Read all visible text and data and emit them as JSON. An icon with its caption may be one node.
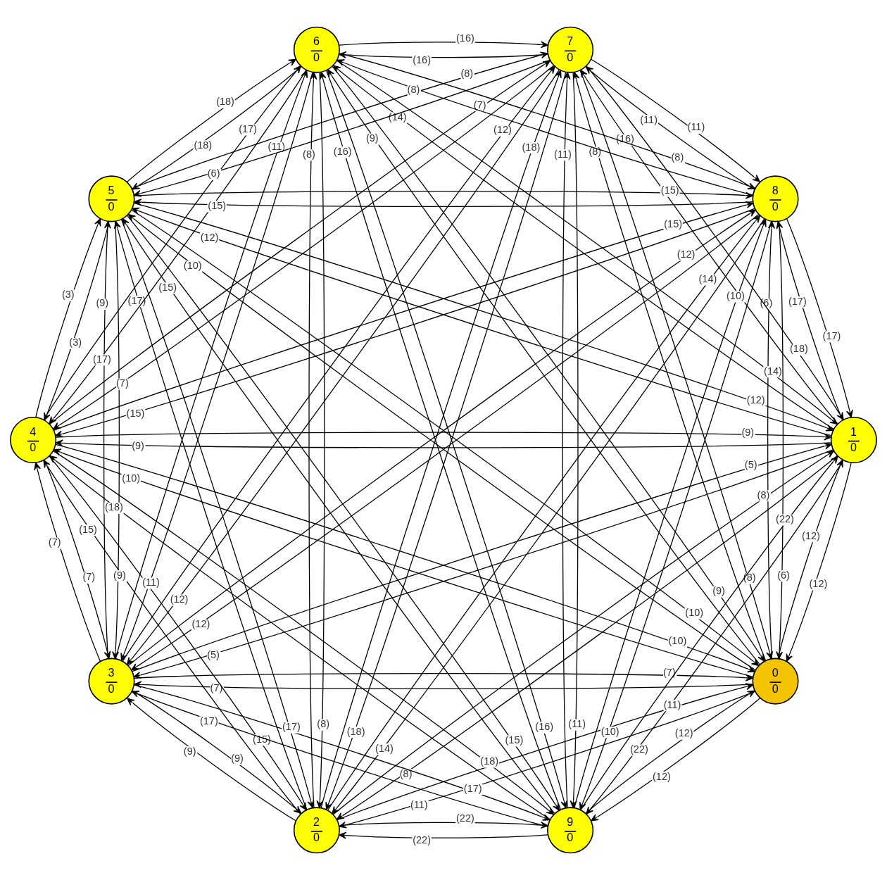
{
  "diagram": {
    "nodes": [
      {
        "text": [
          "0",
          "0"
        ]
      },
      {
        "text": [
          "1",
          "0"
        ]
      },
      {
        "text": [
          "2",
          "0"
        ]
      },
      {
        "text": [
          "3",
          "0"
        ]
      },
      {
        "text": [
          "4",
          "0"
        ]
      },
      {
        "text": [
          "5",
          "0"
        ]
      },
      {
        "text": [
          "6",
          "0"
        ]
      },
      {
        "text": [
          "7",
          "0"
        ]
      },
      {
        "text": [
          "8",
          "0"
        ]
      },
      {
        "text": [
          "9",
          "0"
        ]
      }
    ],
    "edges": [
      {
        "from": 0,
        "to": 1,
        "arrow": "to",
        "label": "(12)"
      },
      {
        "from": 0,
        "to": 2,
        "arrow": "to",
        "label": "(11)"
      },
      {
        "from": 0,
        "to": 3,
        "arrow": "to",
        "label": "(7)"
      },
      {
        "from": 0,
        "to": 4,
        "arrow": "to",
        "label": "(10)"
      },
      {
        "from": 0,
        "to": 5,
        "arrow": "to",
        "label": "(10)"
      },
      {
        "from": 0,
        "to": 6,
        "arrow": "to",
        "label": "(9)"
      },
      {
        "from": 0,
        "to": 7,
        "arrow": "to",
        "label": "(8)"
      },
      {
        "from": 0,
        "to": 8,
        "arrow": "to",
        "label": "(6)"
      },
      {
        "from": 0,
        "to": 9,
        "arrow": "to",
        "label": "(12)"
      },
      {
        "from": 1,
        "to": 0,
        "arrow": "to",
        "label": "(12)"
      },
      {
        "from": 1,
        "to": 2,
        "arrow": "to",
        "label": "(8)"
      },
      {
        "from": 1,
        "to": 3,
        "arrow": "to",
        "label": "(5)"
      },
      {
        "from": 1,
        "to": 4,
        "arrow": "to",
        "label": "(9)"
      },
      {
        "from": 1,
        "to": 5,
        "arrow": "to",
        "label": "(12)"
      },
      {
        "from": 1,
        "to": 6,
        "arrow": "to",
        "label": "(14)"
      },
      {
        "from": 1,
        "to": 7,
        "arrow": "to",
        "label": "(16)"
      },
      {
        "from": 1,
        "to": 8,
        "arrow": "to",
        "label": "(17)"
      },
      {
        "from": 1,
        "to": 9,
        "arrow": "to",
        "label": "(22)"
      },
      {
        "from": 2,
        "to": 0,
        "arrow": "to",
        "label": "(11)"
      },
      {
        "from": 2,
        "to": 1,
        "arrow": "to",
        "label": "(8)"
      },
      {
        "from": 2,
        "to": 3,
        "arrow": "to",
        "label": "(9)"
      },
      {
        "from": 2,
        "to": 4,
        "arrow": "to",
        "label": "(15)"
      },
      {
        "from": 2,
        "to": 5,
        "arrow": "to",
        "label": "(17)"
      },
      {
        "from": 2,
        "to": 6,
        "arrow": "to",
        "label": "(8)"
      },
      {
        "from": 2,
        "to": 7,
        "arrow": "to",
        "label": "(18)"
      },
      {
        "from": 2,
        "to": 8,
        "arrow": "to",
        "label": "(14)"
      },
      {
        "from": 2,
        "to": 9,
        "arrow": "to",
        "label": "(22)"
      },
      {
        "from": 3,
        "to": 0,
        "arrow": "to",
        "label": "(7)"
      },
      {
        "from": 3,
        "to": 1,
        "arrow": "to",
        "label": "(5)"
      },
      {
        "from": 3,
        "to": 2,
        "arrow": "to",
        "label": "(9)"
      },
      {
        "from": 3,
        "to": 4,
        "arrow": "to",
        "label": "(7)"
      },
      {
        "from": 3,
        "to": 5,
        "arrow": "to",
        "label": "(9)"
      },
      {
        "from": 3,
        "to": 6,
        "arrow": "to",
        "label": "(11)"
      },
      {
        "from": 3,
        "to": 7,
        "arrow": "to",
        "label": "(12)"
      },
      {
        "from": 3,
        "to": 8,
        "arrow": "to",
        "label": "(12)"
      },
      {
        "from": 3,
        "to": 9,
        "arrow": "to",
        "label": "(17)"
      },
      {
        "from": 4,
        "to": 0,
        "arrow": "to",
        "label": "(10)"
      },
      {
        "from": 4,
        "to": 1,
        "arrow": "to",
        "label": "(9)"
      },
      {
        "from": 4,
        "to": 2,
        "arrow": "to",
        "label": "(15)"
      },
      {
        "from": 4,
        "to": 3,
        "arrow": "to",
        "label": "(7)"
      },
      {
        "from": 4,
        "to": 5,
        "arrow": "to",
        "label": "(3)"
      },
      {
        "from": 4,
        "to": 6,
        "arrow": "to",
        "label": "(17)"
      },
      {
        "from": 4,
        "to": 7,
        "arrow": "to",
        "label": "(7)"
      },
      {
        "from": 4,
        "to": 8,
        "arrow": "to",
        "label": "(15)"
      },
      {
        "from": 4,
        "to": 9,
        "arrow": "to",
        "label": "(18)"
      },
      {
        "from": 5,
        "to": 0,
        "arrow": "to",
        "label": "(10)"
      },
      {
        "from": 5,
        "to": 1,
        "arrow": "to",
        "label": "(12)"
      },
      {
        "from": 5,
        "to": 2,
        "arrow": "to",
        "label": "(17)"
      },
      {
        "from": 5,
        "to": 3,
        "arrow": "to",
        "label": "(9)"
      },
      {
        "from": 5,
        "to": 4,
        "arrow": "to",
        "label": "(3)"
      },
      {
        "from": 5,
        "to": 6,
        "arrow": "to",
        "label": "(18)"
      },
      {
        "from": 5,
        "to": 7,
        "arrow": "to",
        "label": "(8)"
      },
      {
        "from": 5,
        "to": 8,
        "arrow": "to",
        "label": "(15)"
      },
      {
        "from": 5,
        "to": 9,
        "arrow": "to",
        "label": "(15)"
      },
      {
        "from": 6,
        "to": 0,
        "arrow": "to",
        "label": "(9)"
      },
      {
        "from": 6,
        "to": 1,
        "arrow": "to",
        "label": "(14)"
      },
      {
        "from": 6,
        "to": 2,
        "arrow": "to",
        "label": "(8)"
      },
      {
        "from": 6,
        "to": 3,
        "arrow": "to",
        "label": "(11)"
      },
      {
        "from": 6,
        "to": 4,
        "arrow": "to",
        "label": "(17)"
      },
      {
        "from": 6,
        "to": 5,
        "arrow": "to",
        "label": "(18)"
      },
      {
        "from": 6,
        "to": 7,
        "arrow": "to",
        "label": "(16)"
      },
      {
        "from": 6,
        "to": 8,
        "arrow": "to",
        "label": "(8)"
      },
      {
        "from": 6,
        "to": 9,
        "arrow": "to",
        "label": "(16)"
      },
      {
        "from": 7,
        "to": 0,
        "arrow": "to",
        "label": "(8)"
      },
      {
        "from": 7,
        "to": 1,
        "arrow": "to",
        "label": "(18)"
      },
      {
        "from": 7,
        "to": 2,
        "arrow": "to",
        "label": "(18)"
      },
      {
        "from": 7,
        "to": 3,
        "arrow": "to",
        "label": "(12)"
      },
      {
        "from": 7,
        "to": 4,
        "arrow": "to",
        "label": "(7)"
      },
      {
        "from": 7,
        "to": 5,
        "arrow": "to",
        "label": "(6)"
      },
      {
        "from": 7,
        "to": 6,
        "arrow": "to",
        "label": "(16)"
      },
      {
        "from": 7,
        "to": 8,
        "arrow": "to",
        "label": "(11)"
      },
      {
        "from": 7,
        "to": 9,
        "arrow": "to",
        "label": "(11)"
      },
      {
        "from": 8,
        "to": 0,
        "arrow": "to",
        "label": "(6)"
      },
      {
        "from": 8,
        "to": 1,
        "arrow": "to",
        "label": "(17)"
      },
      {
        "from": 8,
        "to": 2,
        "arrow": "to",
        "label": "(14)"
      },
      {
        "from": 8,
        "to": 3,
        "arrow": "to",
        "label": "(12)"
      },
      {
        "from": 8,
        "to": 4,
        "arrow": "to",
        "label": "(15)"
      },
      {
        "from": 8,
        "to": 5,
        "arrow": "to",
        "label": "(15)"
      },
      {
        "from": 8,
        "to": 6,
        "arrow": "to",
        "label": "(8)"
      },
      {
        "from": 8,
        "to": 7,
        "arrow": "to",
        "label": "(11)"
      },
      {
        "from": 8,
        "to": 9,
        "arrow": "to",
        "label": "(10)"
      },
      {
        "from": 9,
        "to": 0,
        "arrow": "to",
        "label": "(12)"
      },
      {
        "from": 9,
        "to": 1,
        "arrow": "to",
        "label": "(22)"
      },
      {
        "from": 9,
        "to": 2,
        "arrow": "to",
        "label": "(22)"
      },
      {
        "from": 9,
        "to": 3,
        "arrow": "to",
        "label": "(17)"
      },
      {
        "from": 9,
        "to": 4,
        "arrow": "to",
        "label": "(18)"
      },
      {
        "from": 9,
        "to": 5,
        "arrow": "to",
        "label": "(15)"
      },
      {
        "from": 9,
        "to": 6,
        "arrow": "to",
        "label": "(16)"
      },
      {
        "from": 9,
        "to": 7,
        "arrow": "to",
        "label": "(11)"
      },
      {
        "from": 9,
        "to": 8,
        "arrow": "to",
        "label": "(10)"
      }
    ]
  }
}
